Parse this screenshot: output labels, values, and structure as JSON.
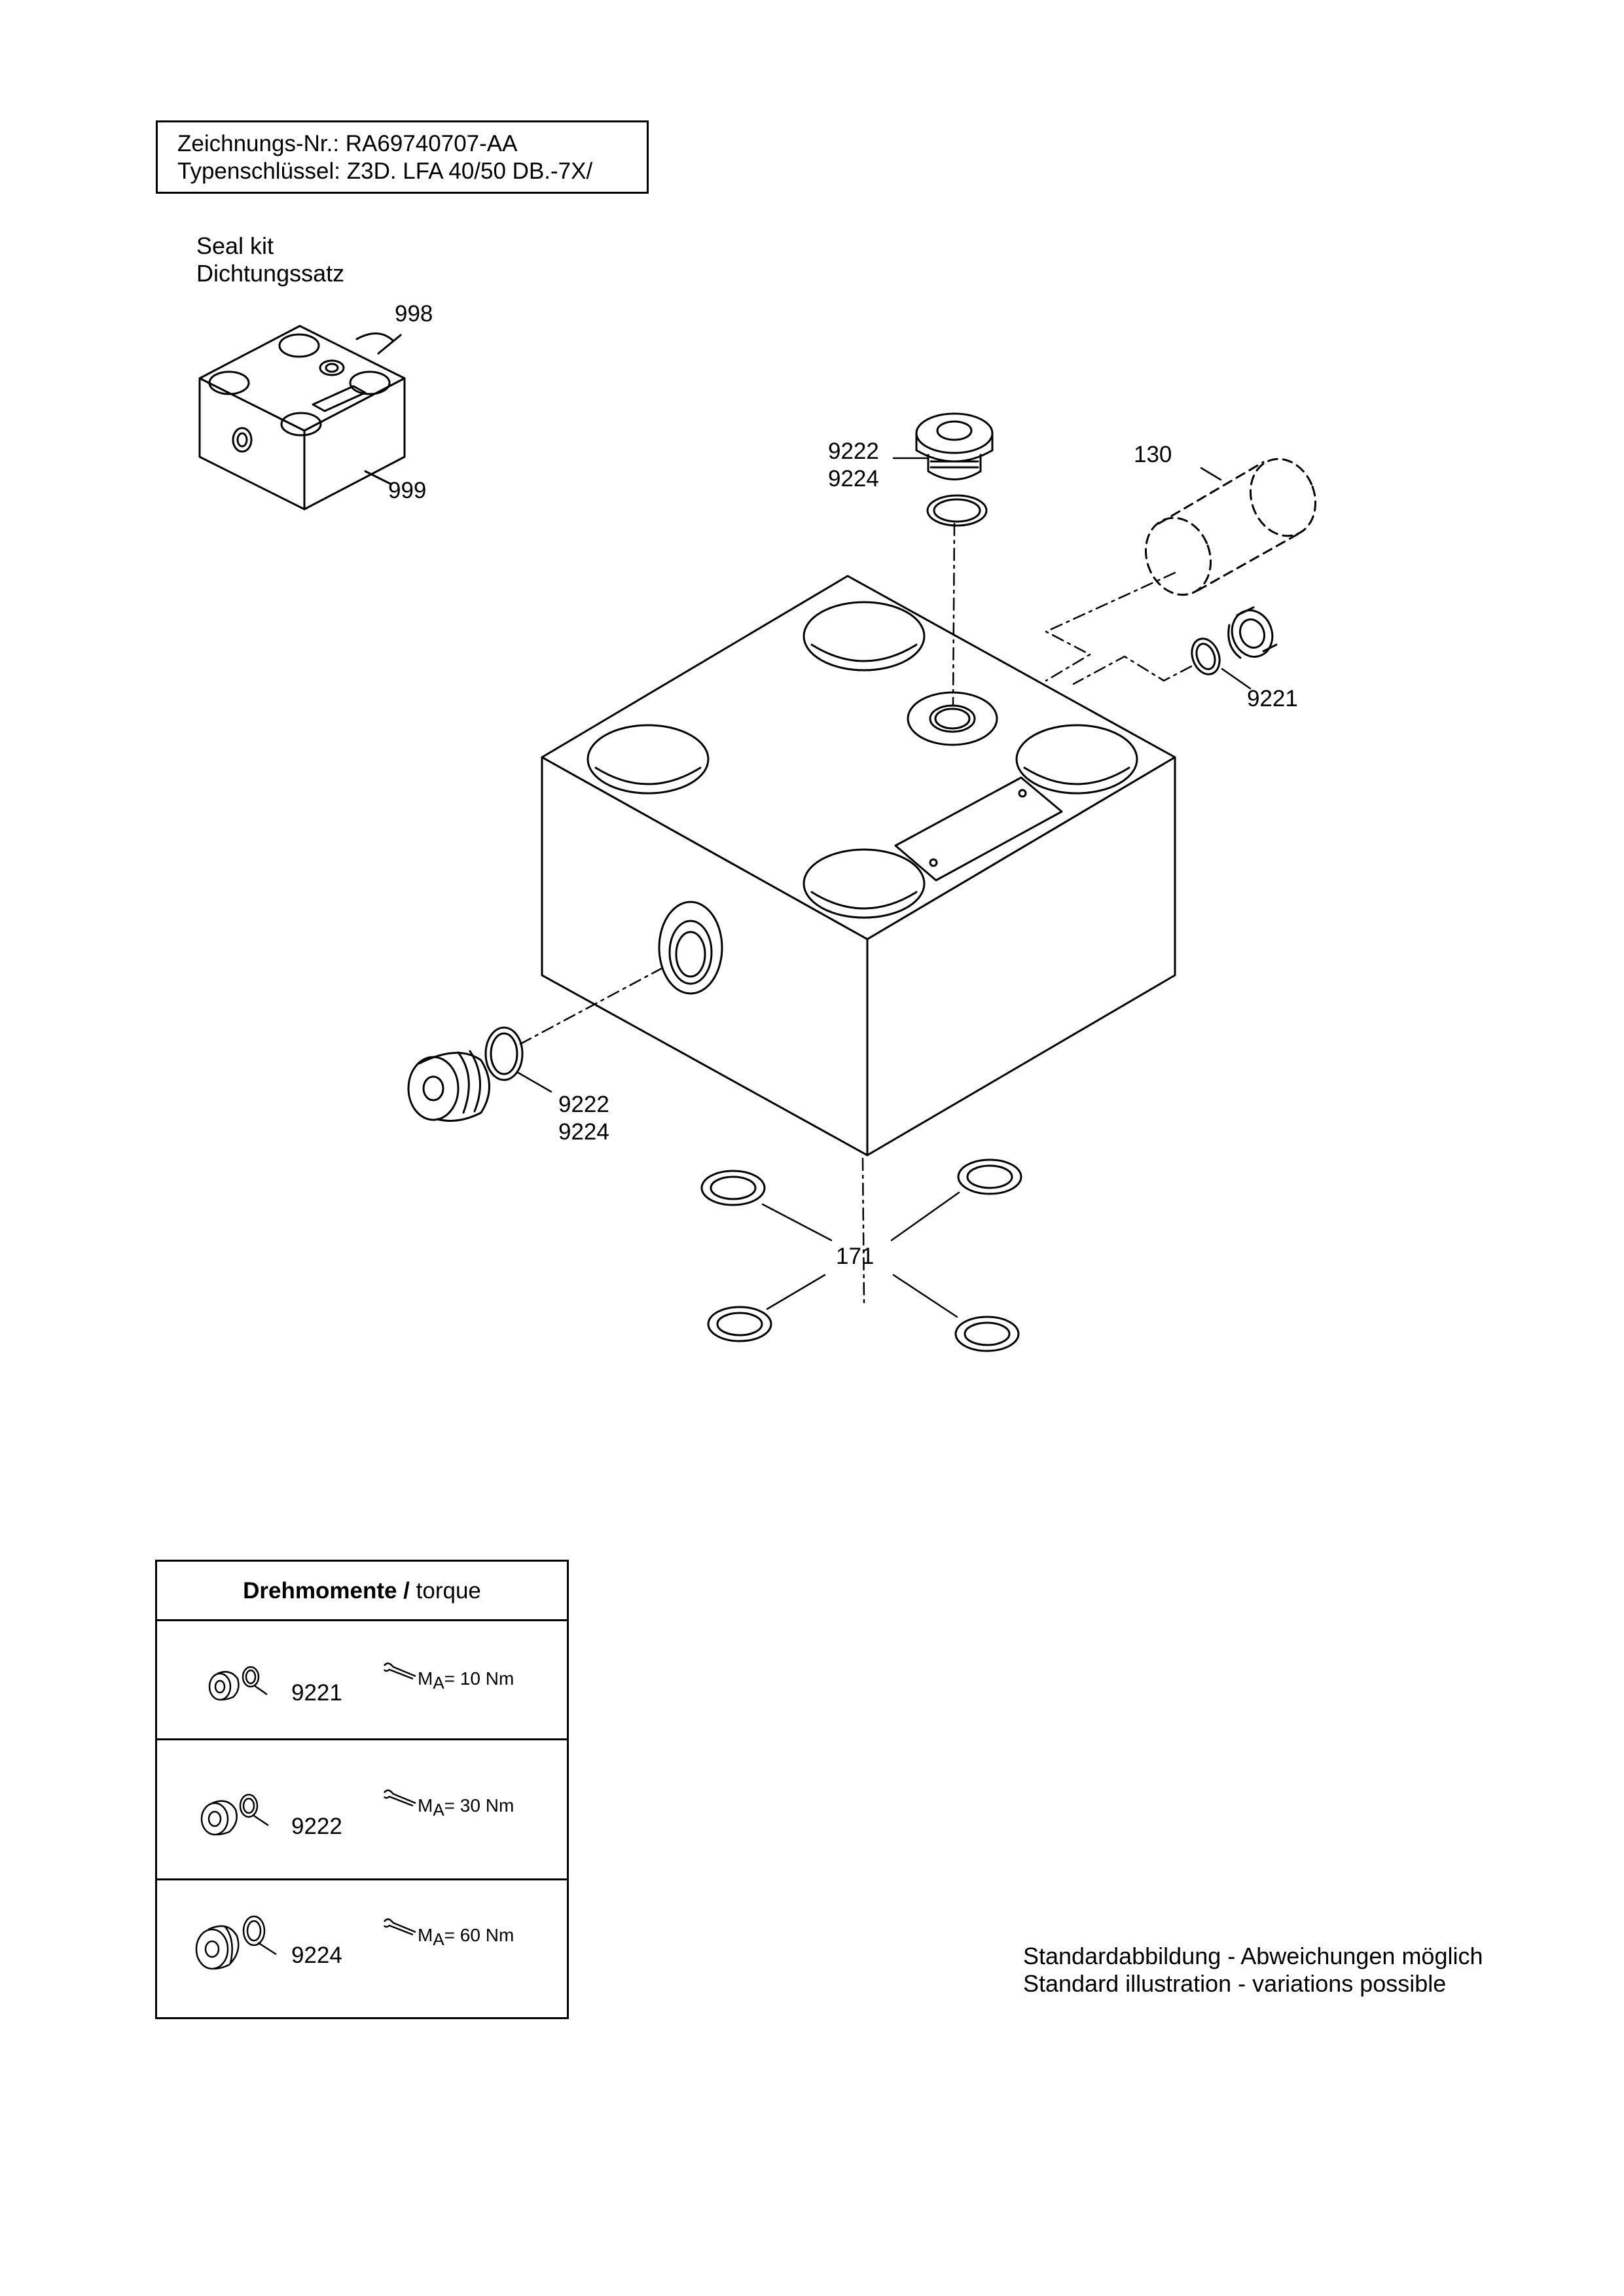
{
  "header": {
    "drawing_no": "Zeichnungs-Nr.: RA69740707-AA",
    "type_key": "Typenschlüssel: Z3D. LFA 40/50 DB.-7X/"
  },
  "seal_kit": {
    "label_en": "Seal kit",
    "label_de": "Dichtungssatz",
    "callout_998": "998",
    "callout_999": "999"
  },
  "callouts": {
    "top_plug_a": "9222",
    "top_plug_b": "9224",
    "cylinder": "130",
    "right_plug": "9221",
    "left_plug_a": "9222",
    "left_plug_b": "9224",
    "orings": "171"
  },
  "torque_table": {
    "title_bold": "Drehmomente /",
    "title_normal": " torque",
    "rows": [
      {
        "part": "9221",
        "symbol": "M",
        "subscript": "A",
        "value": "= 10 Nm"
      },
      {
        "part": "9222",
        "symbol": "M",
        "subscript": "A",
        "value": "= 30 Nm"
      },
      {
        "part": "9224",
        "symbol": "M",
        "subscript": "A",
        "value": "= 60 Nm"
      }
    ]
  },
  "footer_note": {
    "de": "Standardabbildung - Abweichungen möglich",
    "en": "Standard illustration - variations possible"
  }
}
